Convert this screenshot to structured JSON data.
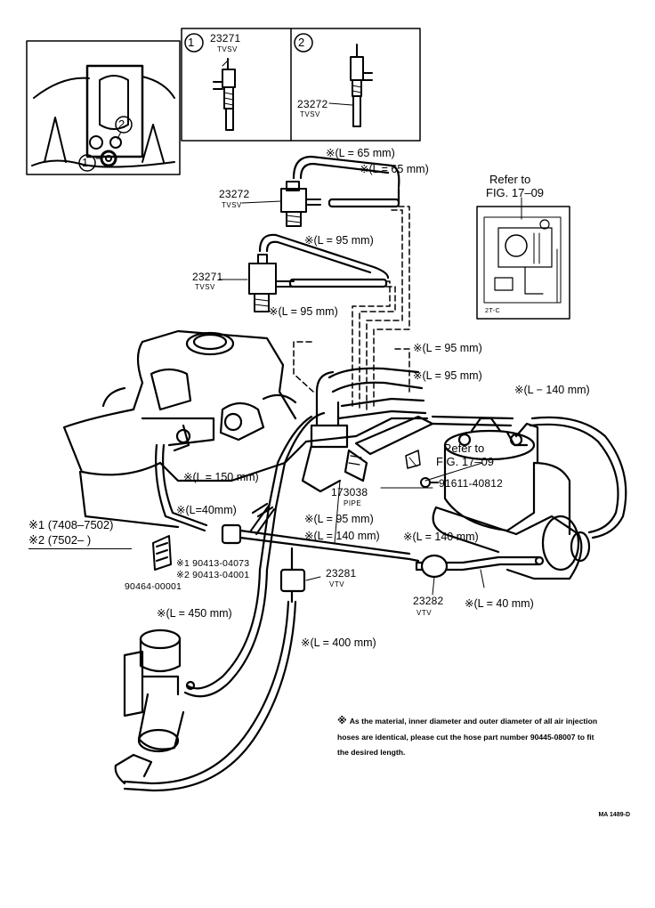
{
  "inset": {
    "callout_1": "1",
    "callout_2": "2",
    "panel1_part": "23271",
    "panel1_name": "TVSV",
    "panel2_part": "23272",
    "panel2_name": "TVSV"
  },
  "parts": {
    "tvsv_upper_number": "23272",
    "tvsv_upper_name": "TVSV",
    "tvsv_lower_number": "23271",
    "tvsv_lower_name": "TVSV",
    "pipe_number": "173038",
    "pipe_name": "PIPE",
    "bolt_number": "91611-40812",
    "vtv1_number": "23281",
    "vtv1_name": "VTV",
    "vtv2_number": "23282",
    "vtv2_name": "VTV",
    "clip_number": "90464-00001",
    "part_1": "※1 90413-04073",
    "part_2": "※2 90413-04001"
  },
  "hose_lengths": [
    "※(L = 65 mm)",
    "※(L = 65 mm)",
    "※(L = 95 mm)",
    "※(L = 95 mm)",
    "※(L = 95 mm)",
    "※(L = 95 mm)",
    "※(L − 140 mm)",
    "※(L = 150 mm)",
    "※(L=40mm)",
    "※(L = 95 mm)",
    "※(L = 140 mm)",
    "※(L = 140 mm)",
    "※(L = 40 mm)",
    "※(L = 450 mm)",
    "※(L = 400 mm)"
  ],
  "references": {
    "ref_top_line1": "Refer to",
    "ref_top_line2": "FIG. 17–09",
    "ref_mid_line1": "Refer to",
    "ref_mid_line2": "FIG. 17–09",
    "small_box_label": "2T-C"
  },
  "legend": {
    "line1": "※1 (7408–7502)",
    "line2": "※2 (7502–        )"
  },
  "note": {
    "mark": "※",
    "text": "As the material, inner diameter and outer diameter of all air injection hoses are identical, please cut the hose part number 90445-08007 to fit the desired length."
  },
  "figure_code": "MA 1489-D"
}
